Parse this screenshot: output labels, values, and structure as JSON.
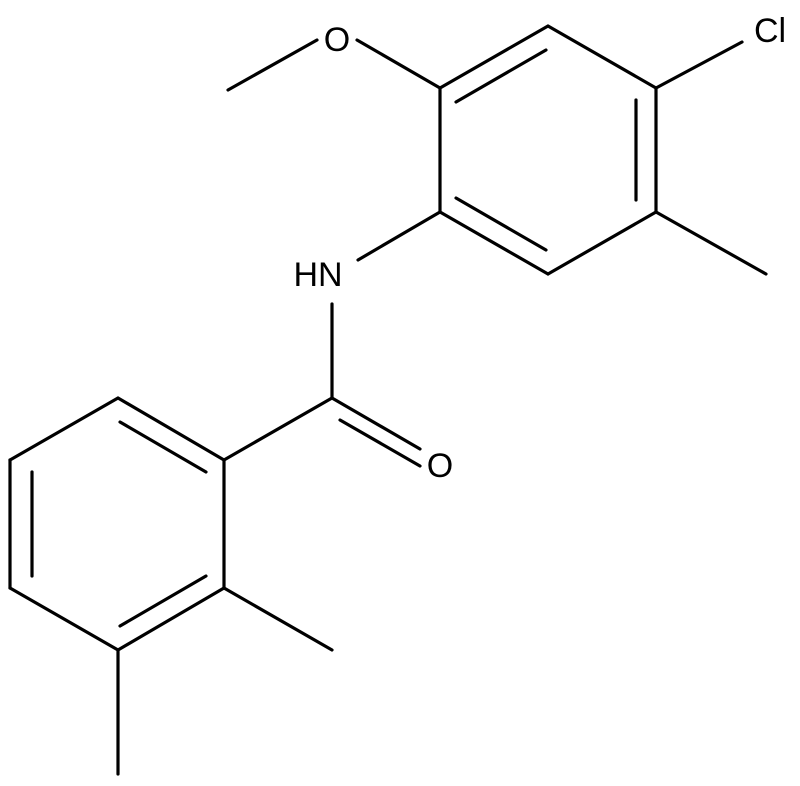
{
  "atom_labels": {
    "methoxy_o": "O",
    "chloro": "Cl",
    "amide_nh": "HN",
    "carbonyl_o": "O"
  }
}
